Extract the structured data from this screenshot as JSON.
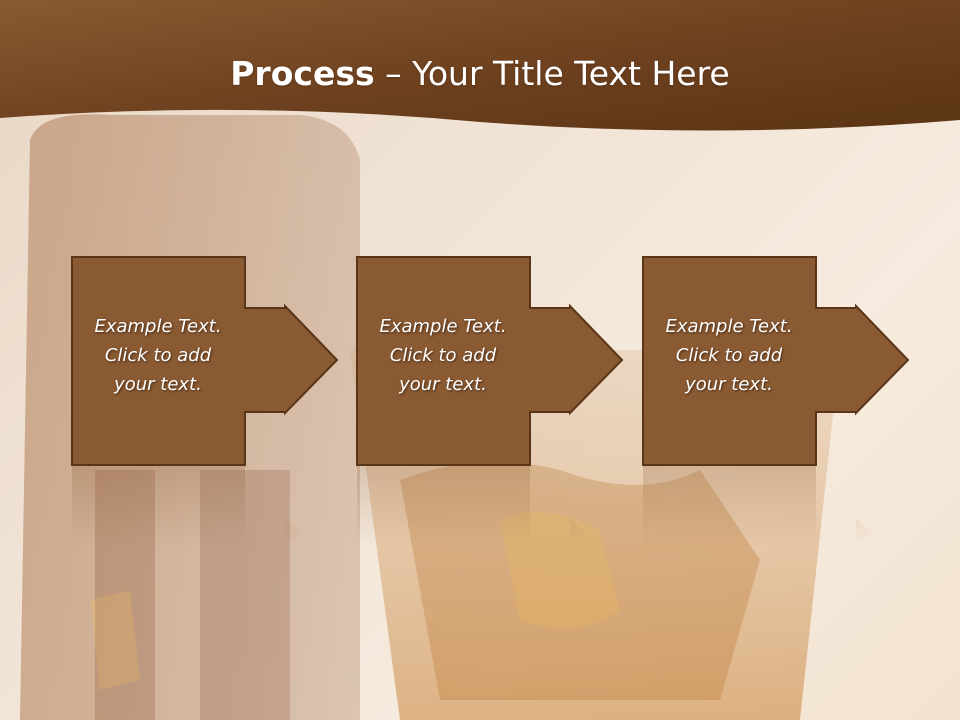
{
  "slide": {
    "title_bold": "Process",
    "title_rest": " – Your Title Text Here",
    "steps": [
      {
        "line1": "Example Text.",
        "line2": "Click  to add",
        "line3": "your text."
      },
      {
        "line1": "Example Text.",
        "line2": "Click  to add",
        "line3": "your text."
      },
      {
        "line1": "Example Text.",
        "line2": "Click  to add",
        "line3": "your text."
      }
    ]
  },
  "colors": {
    "header_brown": "#7a4a22",
    "box_fill": "#8a5a33",
    "box_border": "#5a3517",
    "title_text": "#ffffff"
  }
}
